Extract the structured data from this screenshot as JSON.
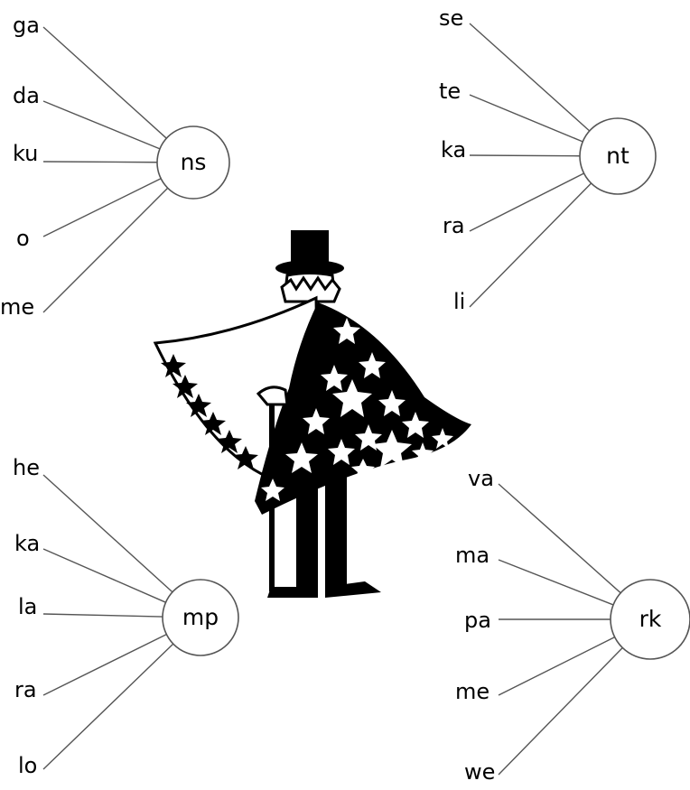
{
  "clusters": [
    {
      "id": "ns",
      "center": "ns",
      "syllables": [
        "ga",
        "da",
        "ku",
        "o",
        "me"
      ]
    },
    {
      "id": "nt",
      "center": "nt",
      "syllables": [
        "se",
        "te",
        "ka",
        "ra",
        "li"
      ]
    },
    {
      "id": "mp",
      "center": "mp",
      "syllables": [
        "he",
        "ka",
        "la",
        "ra",
        "lo"
      ]
    },
    {
      "id": "rk",
      "center": "rk",
      "syllables": [
        "va",
        "ma",
        "pa",
        "me",
        "we"
      ]
    }
  ],
  "illustration": {
    "name": "magician-in-star-cape-illustration"
  }
}
